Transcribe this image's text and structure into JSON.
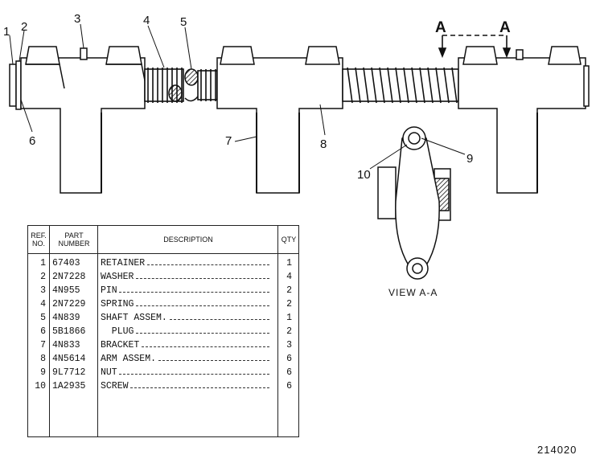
{
  "diagram": {
    "callouts": [
      "1",
      "2",
      "3",
      "4",
      "5",
      "6",
      "7",
      "8",
      "9",
      "10"
    ],
    "section_marker": "A",
    "view_label": "VIEW A-A",
    "drawing_number": "214020"
  },
  "parts_table": {
    "headers": {
      "ref_no": "REF. NO.",
      "part_number": "PART NUMBER",
      "description": "DESCRIPTION",
      "qty": "QTY"
    },
    "rows": [
      {
        "ref": "1",
        "part": "67403",
        "desc": "RETAINER",
        "qty": "1"
      },
      {
        "ref": "2",
        "part": "2N7228",
        "desc": "WASHER",
        "qty": "4"
      },
      {
        "ref": "3",
        "part": "4N955",
        "desc": "PIN",
        "qty": "2"
      },
      {
        "ref": "4",
        "part": "2N7229",
        "desc": "SPRING",
        "qty": "2"
      },
      {
        "ref": "5",
        "part": "4N839",
        "desc": "SHAFT ASSEM.",
        "qty": "1"
      },
      {
        "ref": "6",
        "part": "5B1866",
        "desc": "  PLUG",
        "qty": "2"
      },
      {
        "ref": "7",
        "part": "4N833",
        "desc": "BRACKET",
        "qty": "3"
      },
      {
        "ref": "8",
        "part": "4N5614",
        "desc": "ARM ASSEM.",
        "qty": "6"
      },
      {
        "ref": "9",
        "part": "9L7712",
        "desc": "NUT",
        "qty": "6"
      },
      {
        "ref": "10",
        "part": "1A2935",
        "desc": "SCREW",
        "qty": "6"
      }
    ]
  }
}
